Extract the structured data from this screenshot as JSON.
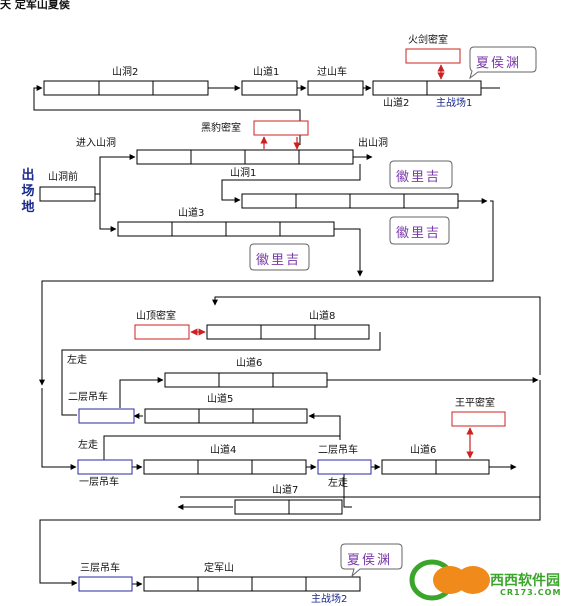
{
  "header": {
    "title": "天 定军山夏侯"
  },
  "start": {
    "chars": [
      "出",
      "场",
      "地"
    ]
  },
  "labels": {
    "shandong2": "山洞2",
    "shandao1": "山道1",
    "guoshanche": "过山车",
    "huojian_mishi": "火剑密室",
    "xiahou_top": "夏侯渊",
    "shandao2": "山道2",
    "zhuzhanchang1": "主战场1",
    "heibao_mishi": "黑豹密室",
    "jinru_shandong": "进入山洞",
    "chu_shandong": "出山洞",
    "shandongqian": "山洞前",
    "shandong1": "山洞1",
    "huilizi1": "徽里吉",
    "huilizi2": "徽里吉",
    "shandao3": "山道3",
    "huilizi3": "徽里吉",
    "shanding_mishi": "山顶密室",
    "shandao8": "山道8",
    "zuozou1": "左走",
    "shandao6a": "山道6",
    "erceng_diaoche1": "二层吊车",
    "shandao5": "山道5",
    "wangping_mishi": "王平密室",
    "zuozou2": "左走",
    "shandao4": "山道4",
    "erceng_diaoche2": "二层吊车",
    "shandao6b": "山道6",
    "yiceng_diaoche": "一层吊车",
    "zuozou3": "左走",
    "shandao7": "山道7",
    "sanceng_diaoche": "三层吊车",
    "dingjunshan": "定军山",
    "xiahou_bottom": "夏侯渊",
    "zhuzhanchang2": "主战场2"
  },
  "watermark": {
    "brand": "西西软件园",
    "domain": "CR173.COM"
  },
  "colors": {
    "line": "#000000",
    "red": "#cc2222",
    "blue_box": "#2a2aa0",
    "callout": "#7a3aa8",
    "logo_green": "#3aa52a",
    "logo_orange": "#f08a1a"
  }
}
